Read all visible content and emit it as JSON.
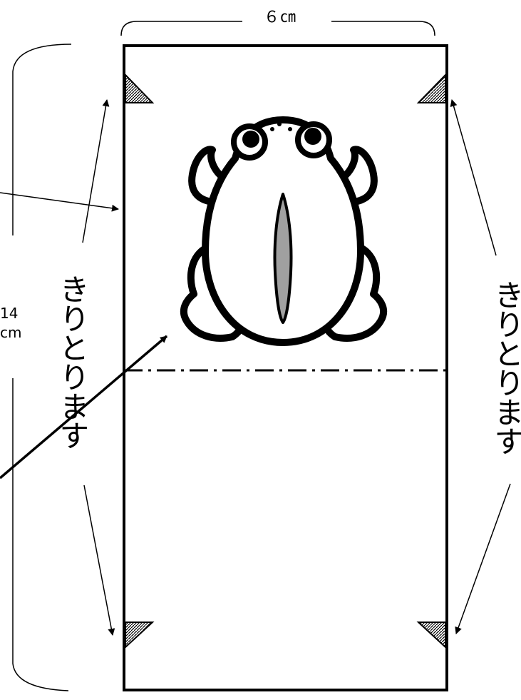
{
  "title": "",
  "width_label": "６㎝",
  "height_label": {
    "number": "14",
    "unit": "cm"
  },
  "cut_label_left": "きりとります",
  "cut_label_right": "きりとります",
  "colors": {
    "line": "#000000",
    "belly": "#a0a0a0",
    "paper": "#ffffff"
  }
}
